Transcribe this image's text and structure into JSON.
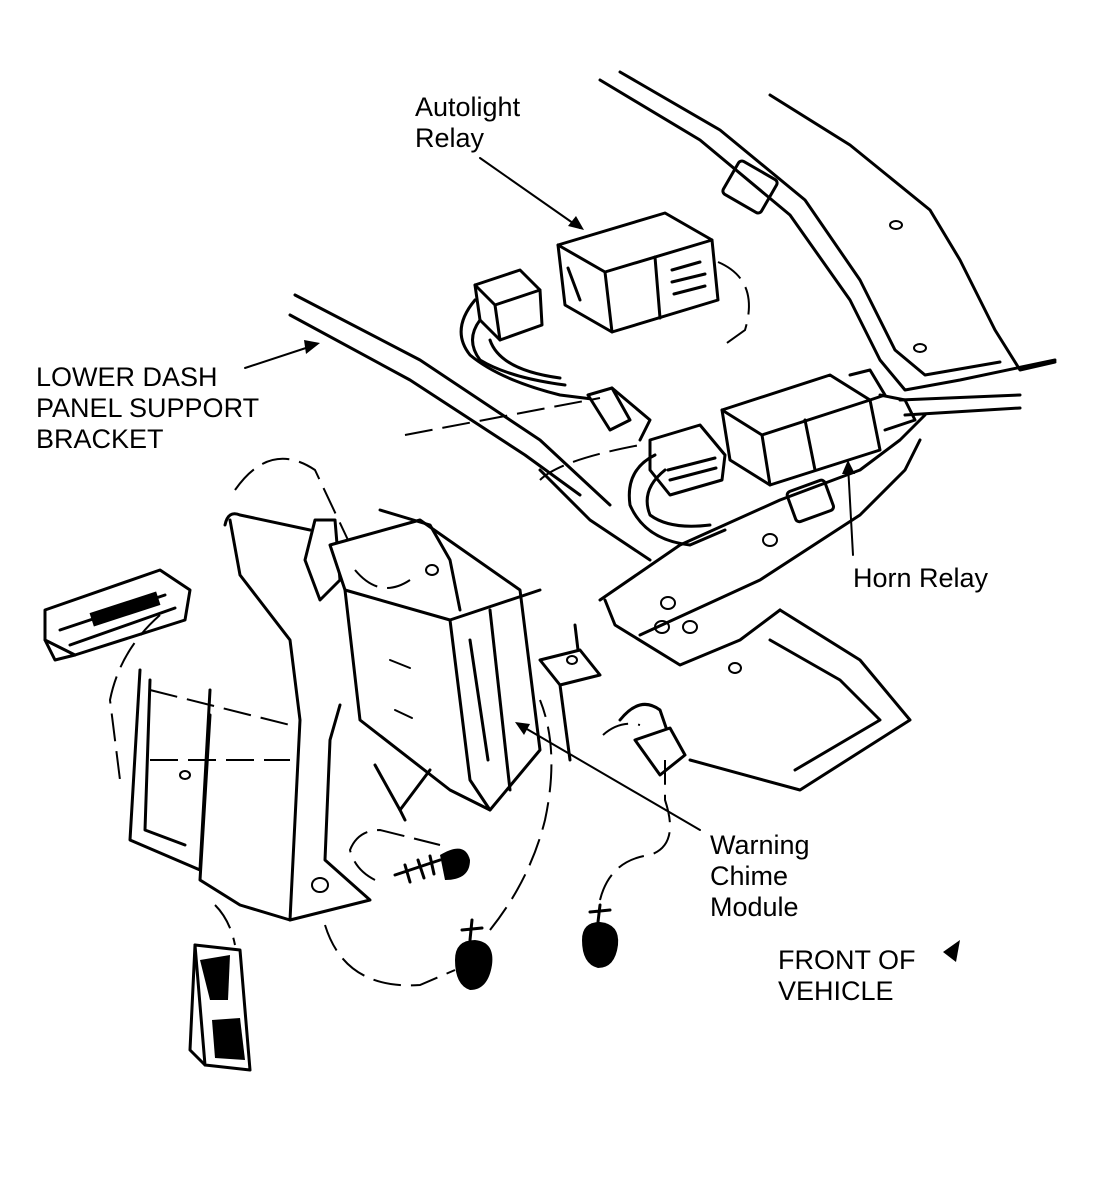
{
  "labels": {
    "autolight_relay": [
      "Autolight",
      "Relay"
    ],
    "lower_dash_bracket": [
      "LOWER DASH",
      "PANEL SUPPORT",
      "BRACKET"
    ],
    "horn_relay": [
      "Horn Relay"
    ],
    "warning_chime_module": [
      "Warning",
      "Chime",
      "Module"
    ],
    "front_of_vehicle": [
      "FRONT OF",
      "VEHICLE"
    ]
  },
  "colors": {
    "ink": "#000000",
    "paper": "#ffffff"
  },
  "icons": {
    "front_arrow": "filled-arrowhead-icon"
  }
}
